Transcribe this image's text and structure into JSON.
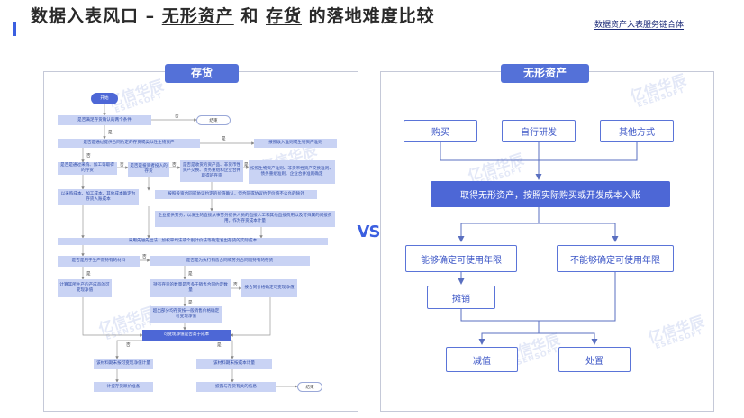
{
  "header": {
    "title_prefix": "数据入表风口 – ",
    "title_term1": "无形资产",
    "title_and": " 和 ",
    "title_term2": "存货",
    "title_suffix": " 的落地难度比较",
    "brand": "数据资产入表服务链合体"
  },
  "panels": {
    "left_title": "存货",
    "right_title": "无形资产",
    "vs": "VS"
  },
  "watermark": {
    "cn": "亿信华辰",
    "en": "ESENSOFT"
  },
  "inventory": {
    "start": "开始",
    "q1": "是否满足存货确认的两个条件",
    "no1": "否",
    "end1": "结束",
    "yes1": "是",
    "q2": "是否是通过提供合同约定的存货或类似性生物资产",
    "yes2": "是",
    "r2": "按照收入准则或生物资产准则",
    "no2": "否",
    "q3": "是否是通过采购、加工等取得的存货",
    "no3": "否",
    "q4": "是否是投资者投入的存货",
    "no4": "否",
    "q5": "是否是收货的资产品、非货币性资产交换、债务重组和企业合并取得的存货",
    "yes5": "是",
    "r5": "按照生物资产准则、非货币性资产交换准则、债务重组准则、企业合并准则确定",
    "r3": "以采购成本、加工成本、其他成本确定为存货入账成本",
    "r4": "按照投资合同或协议约定的价值确认，但合同或协议约定价值不公允的除外",
    "r6": "企业提供劳务，以发生的直接从事劳务提供人员的直接人工和其他直接费用以及可归属的间接费用，作为存货成本计量",
    "q7": "采用先进先出法、加权平均法或个别计价法等确定发出存货的实际成本",
    "q8": "是否是用于生产而持有的材料",
    "no8": "否",
    "q9": "是否是为执行销售合同或劳务合同而持有的存货",
    "yes8": "是",
    "r8": "计算其所生产的产成品的可变现净值",
    "yes9": "是",
    "q10": "持有存货的数量是否多于销售合同约定数量",
    "no10": "否",
    "r10": "按合同价格确定可变现净值",
    "yes10": "是",
    "r11": "超出部分均存货按一般销售价格确定可变现净值",
    "q12": "可变现净值是否高于成本",
    "no12": "否",
    "yes12": "是",
    "r12a": "该材料期末按可变现净值计量",
    "r12b": "该材料期末按成本计量",
    "r13a": "计提存货跌价准备",
    "r13b": "披露与存货有关的信息",
    "end2": "结束"
  },
  "intangible": {
    "src1": "购买",
    "src2": "自行研发",
    "src3": "其他方式",
    "main": "取得无形资产，按照实际购买或开发成本入账",
    "life1": "能够确定可使用年限",
    "life2": "不能够确定可使用年限",
    "amort": "摊销",
    "impair": "减值",
    "dispose": "处置"
  }
}
